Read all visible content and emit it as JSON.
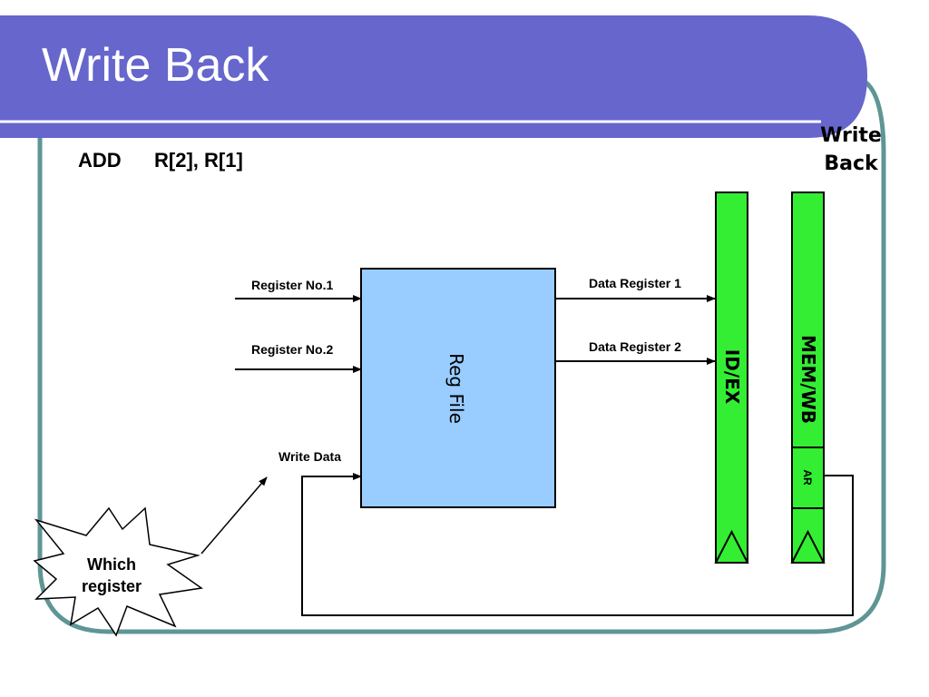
{
  "slide": {
    "title": "Write Back",
    "instruction": {
      "opcode": "ADD",
      "operands": "R[2], R[1]"
    },
    "stage_label": [
      "Write",
      "Back"
    ]
  },
  "diagram": {
    "reg_file": {
      "label": "Reg File"
    },
    "inputs": {
      "register_no_1": "Register No.1",
      "register_no_2": "Register No.2",
      "write_data": "Write Data"
    },
    "outputs": {
      "data_register_1": "Data Register 1",
      "data_register_2": "Data Register 2"
    },
    "pipeline_registers": {
      "id_ex": "ID/EX",
      "mem_wb": "MEM/WB",
      "ar": "AR"
    },
    "callout": [
      "Which",
      "register"
    ]
  },
  "colors": {
    "title_bar": "#6666cc",
    "frame": "#5f9595",
    "reg_file_fill": "#99ccff",
    "pipeline_fill": "#33ee33"
  }
}
